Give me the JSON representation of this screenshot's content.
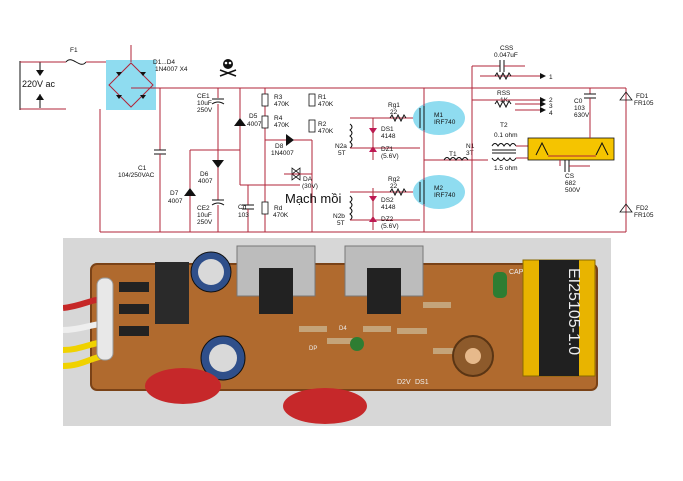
{
  "schematic": {
    "input_label": "220V ac",
    "labels": {
      "f1": "F1",
      "d1d4": "D1...D4",
      "d1d4_val": "1N4007 X4",
      "c1": "C1",
      "c1_val": "104/250VAC",
      "ce1": "CE1",
      "ce1_val1": "10uF",
      "ce1_val2": "250V",
      "ce2": "CE2",
      "ce2_val1": "10uF",
      "ce2_val2": "250V",
      "d5": "D5",
      "d5_val": "4007",
      "d6": "D6",
      "d6_val": "4007",
      "d7": "D7",
      "d7_val": "4007",
      "d8": "D8",
      "d8_val": "1N4007",
      "r3": "R3",
      "r3_val": "470K",
      "r4": "R4",
      "r4_val": "470K",
      "r1": "R1",
      "r1_val": "470K",
      "r2": "R2",
      "r2_val": "470K",
      "rd": "Rd",
      "rd_val": "470K",
      "cd": "Cd",
      "cd_val": "103",
      "da": "DA",
      "da_val": "(30V)",
      "rg1": "Rg1",
      "rg1_val": "22",
      "rg2": "Rg2",
      "rg2_val": "22",
      "n2a": "N2a",
      "n2a_val": "5T",
      "n2b": "N2b",
      "n2b_val": "5T",
      "ds1": "DS1",
      "ds1_val": "4148",
      "ds2": "DS2",
      "ds2_val": "4148",
      "dz1": "DZ1",
      "dz1_val": "(5.6V)",
      "dz2": "DZ2",
      "dz2_val": "(5.6V)",
      "m1": "M1",
      "m1_val": "IRF740",
      "m2": "M2",
      "m2_val": "IRF740",
      "css": "CSS",
      "css_val": "0.047uF",
      "rss": "RSS",
      "rss_val": "1K",
      "n1": "N1",
      "n1_val": "3T",
      "t1": "T1",
      "t2": "T2",
      "t2_val1": "0.1 ohm",
      "t2_val2": "1.5 ohm",
      "c0": "C0",
      "c0_val1": "103",
      "c0_val2": "630V",
      "cs": "CS",
      "cs_val1": "682",
      "cs_val2": "500V",
      "fd1": "FD1",
      "fd1_val": "FR105",
      "fd2": "FD2",
      "fd2_val": "FR105",
      "pin1": "1",
      "pin2": "2",
      "pin3": "3",
      "pin4": "4",
      "mach_moi": "Mạch mồi"
    }
  },
  "photo": {
    "transformer_text": "EI25105-1.0",
    "silk_ds1": "DS1",
    "silk_d2v": "D2V",
    "silk_cap": "CAP",
    "silk_d4": "D4",
    "silk_dp": "DP"
  },
  "colors": {
    "wire": "#b0253a",
    "mosfet_highlight": "#8fdcf0",
    "bridge_highlight": "#8fdcf0",
    "lamp_fill": "#f5c400",
    "board": "#b06a2e"
  }
}
